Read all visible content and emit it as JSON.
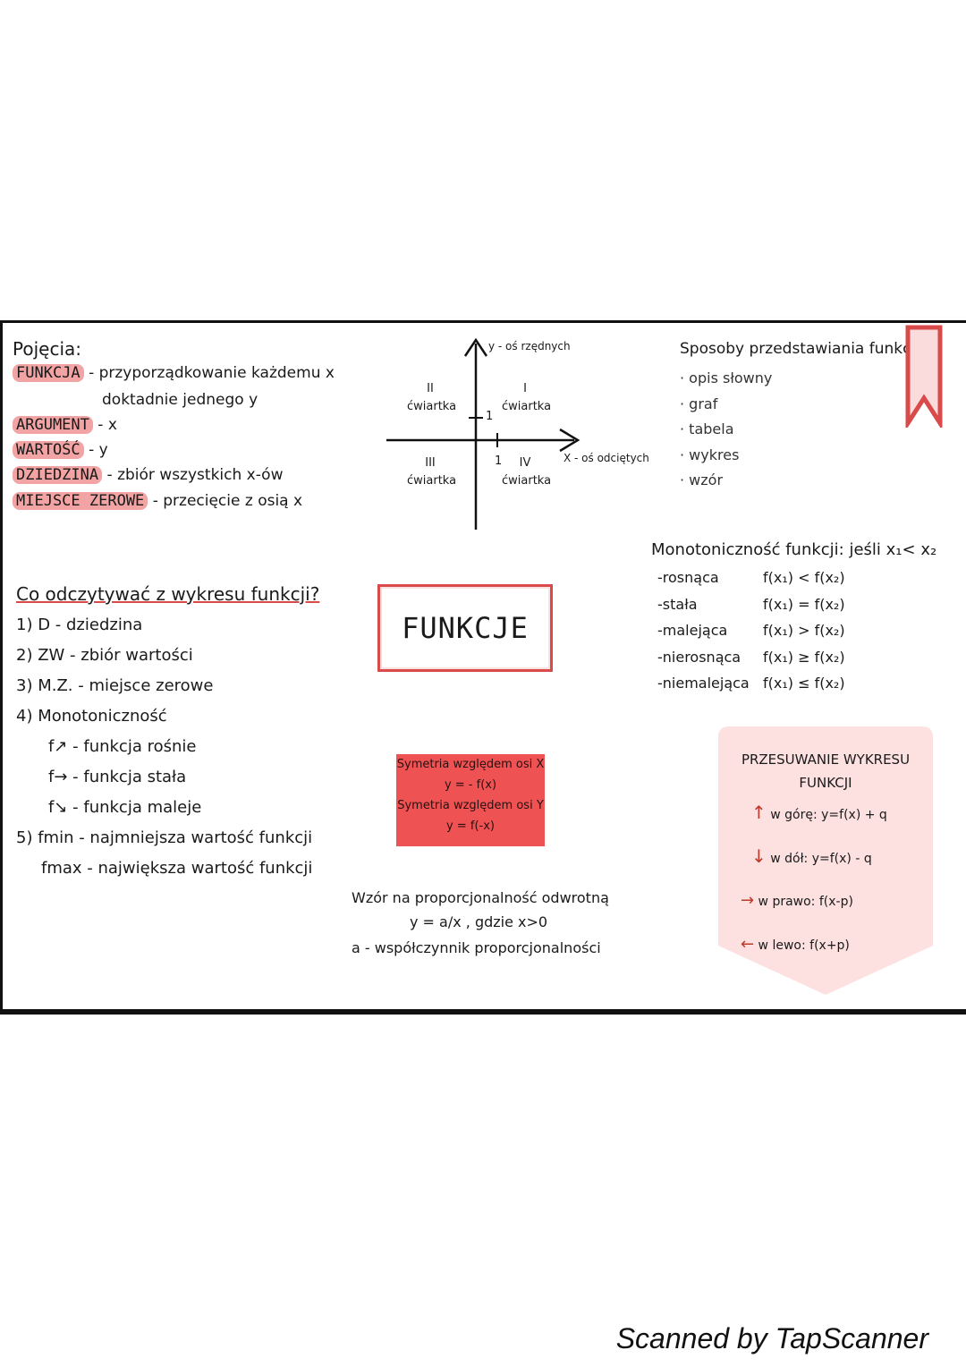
{
  "concepts": {
    "heading": "Pojęcia:",
    "items": [
      {
        "term": "FUNKCJA",
        "desc": "- przyporządkowanie każdemu x",
        "desc2": "doktadnie jednego y"
      },
      {
        "term": "ARGUMENT",
        "desc": "- x"
      },
      {
        "term": "WARTOŚĆ",
        "desc": "- y"
      },
      {
        "term": "DZIEDZINA",
        "desc": "- zbiór wszystkich x-ów"
      },
      {
        "term": "MIEJSCE ZEROWE",
        "desc": "- przecięcie z osią x"
      }
    ]
  },
  "axes": {
    "y_label": "y - oś rzędnych",
    "x_label": "X - oś odciętych",
    "one_y": "1",
    "one_x": "1",
    "quadrants": [
      {
        "num": "II",
        "word": "ćwiartka"
      },
      {
        "num": "I",
        "word": "ćwiartka"
      },
      {
        "num": "III",
        "word": "ćwiartka"
      },
      {
        "num": "IV",
        "word": "ćwiartka"
      }
    ]
  },
  "representations": {
    "heading": "Sposoby przedstawiania funkcji:",
    "items": [
      "opis słowny",
      "graf",
      "tabela",
      "wykres",
      "wzór"
    ]
  },
  "monotonic": {
    "heading": "Monotoniczność funkcji: jeśli x₁< x₂",
    "items": [
      {
        "name": "-rosnąca",
        "formula": "f(x₁) < f(x₂)"
      },
      {
        "name": "-stała",
        "formula": "f(x₁) = f(x₂)"
      },
      {
        "name": "-malejąca",
        "formula": "f(x₁) > f(x₂)"
      },
      {
        "name": "-nierosnąca",
        "formula": "f(x₁) ≥ f(x₂)"
      },
      {
        "name": "-niemalejąca",
        "formula": "f(x₁) ≤ f(x₂)"
      }
    ]
  },
  "reading": {
    "heading": "Co odczytywać z wykresu funkcji?",
    "items": [
      "1) D - dziedzina",
      "2) ZW - zbiór wartości",
      "3) M.Z. - miejsce zerowe",
      "4) Monotoniczność",
      "f↗ - funkcja rośnie",
      "f→ - funkcja stała",
      "f↘ - funkcja maleje",
      "5) fmin - najmniejsza wartość funkcji",
      "fmax - największa wartość funkcji"
    ]
  },
  "title": "FUNKCJE",
  "symmetry": {
    "lines": [
      "Symetria względem osi X",
      "y = - f(x)",
      "Symetria względem osi Y",
      "y = f(-x)"
    ]
  },
  "inverse": {
    "line1": "Wzór na proporcjonalność odwrotną",
    "line2": "y = a/x , gdzie x>0",
    "line3": "a - współczynnik proporcjonalności"
  },
  "shift": {
    "heading1": "PRZESUWANIE WYKRESU",
    "heading2": "FUNKCJI",
    "items": [
      {
        "dir": "w górę:",
        "formula": "y=f(x) + q"
      },
      {
        "dir": "w dół:",
        "formula": "y=f(x) - q"
      },
      {
        "dir": "w prawo:",
        "formula": "f(x-p)"
      },
      {
        "dir": "w lewo:",
        "formula": "f(x+p)"
      }
    ]
  },
  "footer": "Scanned by TapScanner",
  "colors": {
    "accent": "#ee5252",
    "highlight": "#f2a3a3",
    "panel": "#fde0e0"
  }
}
